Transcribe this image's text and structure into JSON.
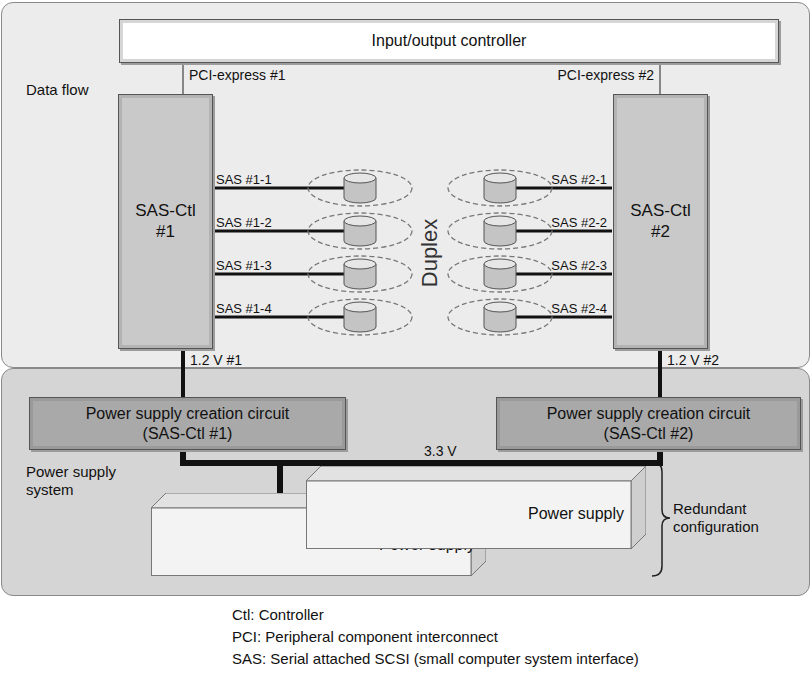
{
  "diagram": {
    "nodes": [
      {
        "text": [
          "Data flow"
        ]
      },
      {
        "text": [
          "Power supply system"
        ]
      },
      {
        "text": [
          "Input/output controller"
        ],
        "in": 0
      },
      {
        "text": [
          "SAS-Ctl #1"
        ],
        "in": 0
      },
      {
        "text": [
          "SAS-Ctl #2"
        ],
        "in": 0
      },
      {
        "text": [
          "Power supply creation circuit (SAS-Ctl #1)"
        ],
        "in": 1
      },
      {
        "text": [
          "Power supply creation circuit (SAS-Ctl #2)"
        ],
        "in": 1
      },
      {
        "text": [
          "Power supply"
        ],
        "in": 1
      },
      {
        "text": [
          "Power supply"
        ],
        "in": 1
      }
    ],
    "edges": [
      {
        "from": 2,
        "to": 3,
        "arrow": "none",
        "label": "PCI-express #1"
      },
      {
        "from": 2,
        "to": 4,
        "arrow": "none",
        "label": "PCI-express #2"
      },
      {
        "from": 5,
        "to": 3,
        "arrow": "none",
        "label": "1.2 V #1"
      },
      {
        "from": 6,
        "to": 4,
        "arrow": "none",
        "label": "1.2 V #2"
      },
      {
        "from": 7,
        "to": 5,
        "arrow": "none"
      },
      {
        "from": 7,
        "to": 6,
        "arrow": "none"
      },
      {
        "from": 8,
        "to": 5,
        "arrow": "none"
      },
      {
        "from": 8,
        "to": 6,
        "arrow": "none",
        "label": "3.3 V"
      }
    ],
    "labels": [
      "Duplex",
      "SAS #1-1",
      "SAS #1-2",
      "SAS #1-3",
      "SAS #1-4",
      "SAS #2-1",
      "SAS #2-2",
      "SAS #2-3",
      "SAS #2-4",
      "Redundant configuration",
      "Ctl: Controller",
      "PCI: Peripheral component interconnect",
      "SAS: Serial attached SCSI (small computer system interface)"
    ]
  }
}
